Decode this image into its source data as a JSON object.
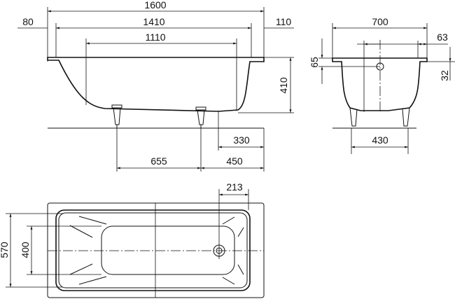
{
  "side_view": {
    "overall_length": "1600",
    "inner_length": "1410",
    "left_rim": "80",
    "right_rim": "110",
    "bottom_length": "1110",
    "height": "410",
    "drain_offset": "330",
    "leg_spacing": "655",
    "leg_offset": "450"
  },
  "end_view": {
    "overall_width": "700",
    "overflow_rim": "63",
    "overflow_depth": "65",
    "rim_offset": "32",
    "leg_width": "430"
  },
  "plan_view": {
    "drain_offset": "213",
    "outer_width": "570",
    "inner_width": "400"
  }
}
